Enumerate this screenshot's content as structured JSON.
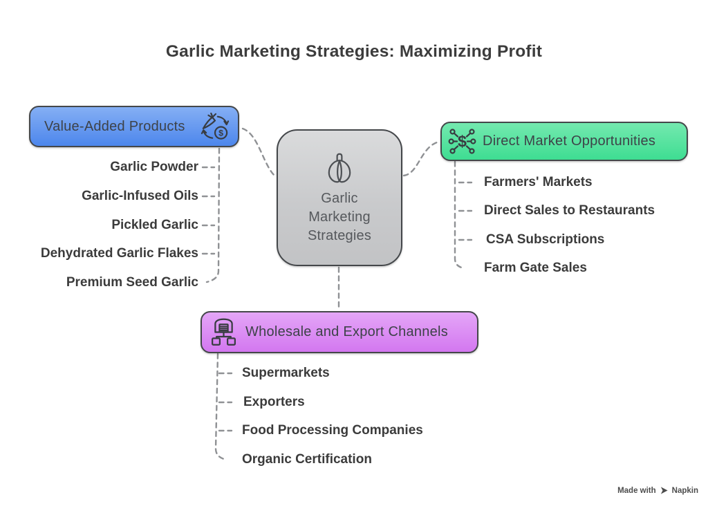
{
  "title": "Garlic Marketing Strategies: Maximizing Profit",
  "center_node": {
    "label": "Garlic Marketing Strategies",
    "icon": "garlic-icon",
    "fill_top": "#dadbdc",
    "fill_bottom": "#c2c3c5",
    "border_color": "#44474a"
  },
  "branches": [
    {
      "label": "Value-Added Products",
      "icon": "produce-to-money-cycle-icon",
      "fill_top": "#85aff4",
      "fill_bottom": "#4c86ec",
      "items": [
        "Garlic Powder",
        "Garlic-Infused Oils",
        "Pickled Garlic",
        "Dehydrated Garlic Flakes",
        "Premium Seed Garlic"
      ]
    },
    {
      "label": "Direct Market Opportunities",
      "icon": "dollar-network-icon",
      "fill_top": "#74e9af",
      "fill_bottom": "#3edd92",
      "items": [
        "Farmers' Markets",
        "Direct Sales to Restaurants",
        "CSA Subscriptions",
        "Farm Gate Sales"
      ]
    },
    {
      "label": "Wholesale and Export Channels",
      "icon": "warehouse-distribution-icon",
      "fill_top": "#e4a6f7",
      "fill_bottom": "#d377f0",
      "items": [
        "Supermarkets",
        "Exporters",
        "Food Processing Companies",
        "Organic Certification"
      ]
    }
  ],
  "style": {
    "connector_color": "#8f9194",
    "text_color": "#3b3b3b",
    "title_color": "#3c3c3c"
  },
  "watermark": {
    "prefix": "Made with",
    "brand": "Napkin",
    "icon": "napkin-logo-icon"
  }
}
